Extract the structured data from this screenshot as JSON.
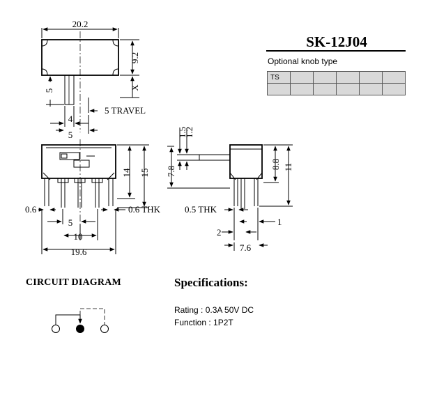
{
  "model": "SK-12J04",
  "knob": {
    "label": "Optional knob type",
    "rows": [
      [
        "TS",
        "",
        "",
        "",
        "",
        ""
      ],
      [
        "",
        "",
        "",
        "",
        "",
        ""
      ]
    ]
  },
  "dimensions": {
    "top_width": "20.2",
    "top_height": "9.2",
    "stem_height": "5",
    "x_label": "X",
    "stem_width": "4",
    "travel": "5 TRAVEL",
    "travel_value": "5",
    "front_height_14": "14",
    "front_height_15": "15",
    "left_thk": "0.6",
    "right_thk": "0.6 THK",
    "pin_pitch": "5",
    "pin_span": "10",
    "front_width": "19.6",
    "side_1_5": "1.5",
    "side_1_2": "1.2",
    "side_7_8": "7.8",
    "side_8_8": "8.8",
    "side_11": "11",
    "side_thk": "0.5 THK",
    "side_1": "1",
    "side_2": "2",
    "side_7_6": "7.6"
  },
  "circuit": {
    "title": "CIRCUIT DIAGRAM"
  },
  "specs": {
    "title": "Specifications:",
    "rating": "Rating : 0.3A  50V  DC",
    "function": "Function : 1P2T"
  }
}
